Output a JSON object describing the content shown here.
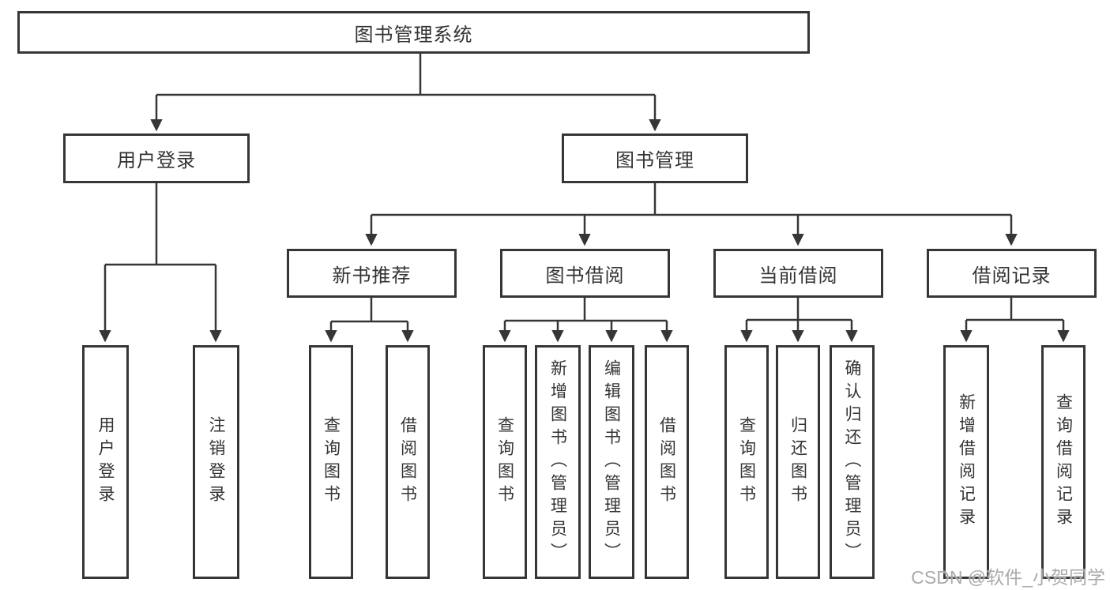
{
  "tree": {
    "root": {
      "label": "图书管理系统",
      "children": [
        {
          "label": "用户登录",
          "children": [
            {
              "label": "用户登录"
            },
            {
              "label": "注销登录"
            }
          ]
        },
        {
          "label": "图书管理",
          "children": [
            {
              "label": "新书推荐",
              "children": [
                {
                  "label": "查询图书"
                },
                {
                  "label": "借阅图书"
                }
              ]
            },
            {
              "label": "图书借阅",
              "children": [
                {
                  "label": "查询图书"
                },
                {
                  "label": "新增图书（管理员）"
                },
                {
                  "label": "编辑图书（管理员）"
                },
                {
                  "label": "借阅图书"
                }
              ]
            },
            {
              "label": "当前借阅",
              "children": [
                {
                  "label": "查询图书"
                },
                {
                  "label": "归还图书"
                },
                {
                  "label": "确认归还（管理员）"
                }
              ]
            },
            {
              "label": "借阅记录",
              "children": [
                {
                  "label": "新增借阅记录"
                },
                {
                  "label": "查询借阅记录"
                }
              ]
            }
          ]
        }
      ]
    }
  },
  "watermark": "CSDN @软件_小贺同学",
  "colors": {
    "line": "#363636",
    "text": "#333333",
    "background": "#ffffff",
    "watermark": "#a5a5a5"
  }
}
